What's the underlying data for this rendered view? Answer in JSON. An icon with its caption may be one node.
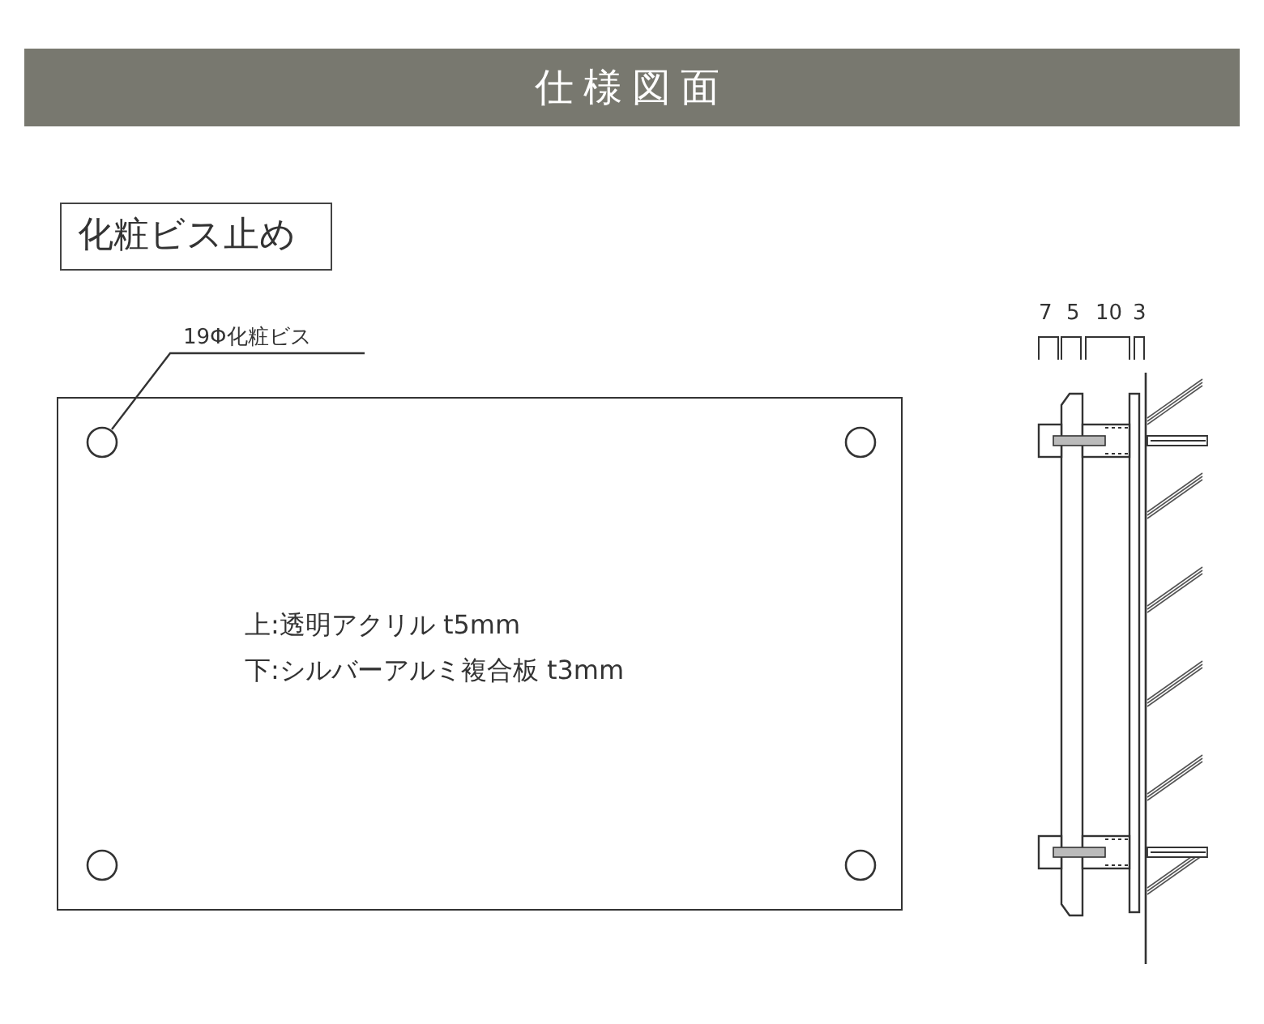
{
  "diagram": {
    "title": "仕様図面",
    "nodes": [
      {
        "text": [
          "化粧ビス止め"
        ]
      },
      {
        "text": [
          "19Φ化粧ビス"
        ]
      },
      {
        "text": [
          "上:透明アクリル t5mm",
          "下:シルバーアルミ複合板 t3mm"
        ]
      },
      {
        "text": [],
        "shape": "circle",
        "in": 2
      },
      {
        "text": [],
        "shape": "circle",
        "in": 2
      },
      {
        "text": [],
        "shape": "circle",
        "in": 2
      },
      {
        "text": [],
        "shape": "circle",
        "in": 2
      }
    ],
    "edges": [
      {
        "from": 1,
        "to": 3,
        "arrow": "none"
      }
    ],
    "labels": [
      "7",
      "5",
      "10",
      "3"
    ]
  }
}
